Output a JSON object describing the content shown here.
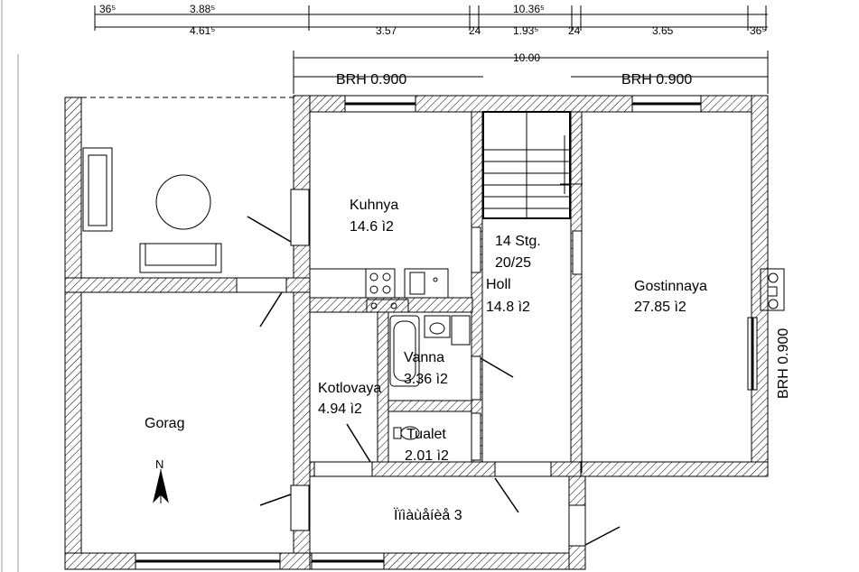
{
  "dimensions": {
    "top_row": [
      "36⁵",
      "3.88⁵",
      "10.36⁵"
    ],
    "second_row": [
      "4.61⁵",
      "3.57",
      "24",
      "1.93⁵",
      "24",
      "3.65",
      "36⁵"
    ],
    "overall": "10.00"
  },
  "brh_labels": [
    "BRH 0.900",
    "BRH 0.900",
    "BRH 0.900"
  ],
  "rooms": [
    {
      "name": "Kuhnya",
      "area": "14.6 ì2"
    },
    {
      "name": "14 Stg.",
      "area": "20/25"
    },
    {
      "name": "Holl",
      "area": "14.8 ì2"
    },
    {
      "name": "Gostinnaya",
      "area": "27.85 ì2"
    },
    {
      "name": "Vanna",
      "area": "3.36 ì2"
    },
    {
      "name": "Kotlovaya",
      "area": "4.94 ì2"
    },
    {
      "name": "Tualet",
      "area": "2.01 ì2"
    },
    {
      "name": "Gorag",
      "area": ""
    },
    {
      "name": "Ïïìàùåíèå 3",
      "area": ""
    }
  ],
  "north_label": "N",
  "colors": {
    "line": "#000000",
    "hatch": "#000000",
    "background": "#ffffff"
  }
}
